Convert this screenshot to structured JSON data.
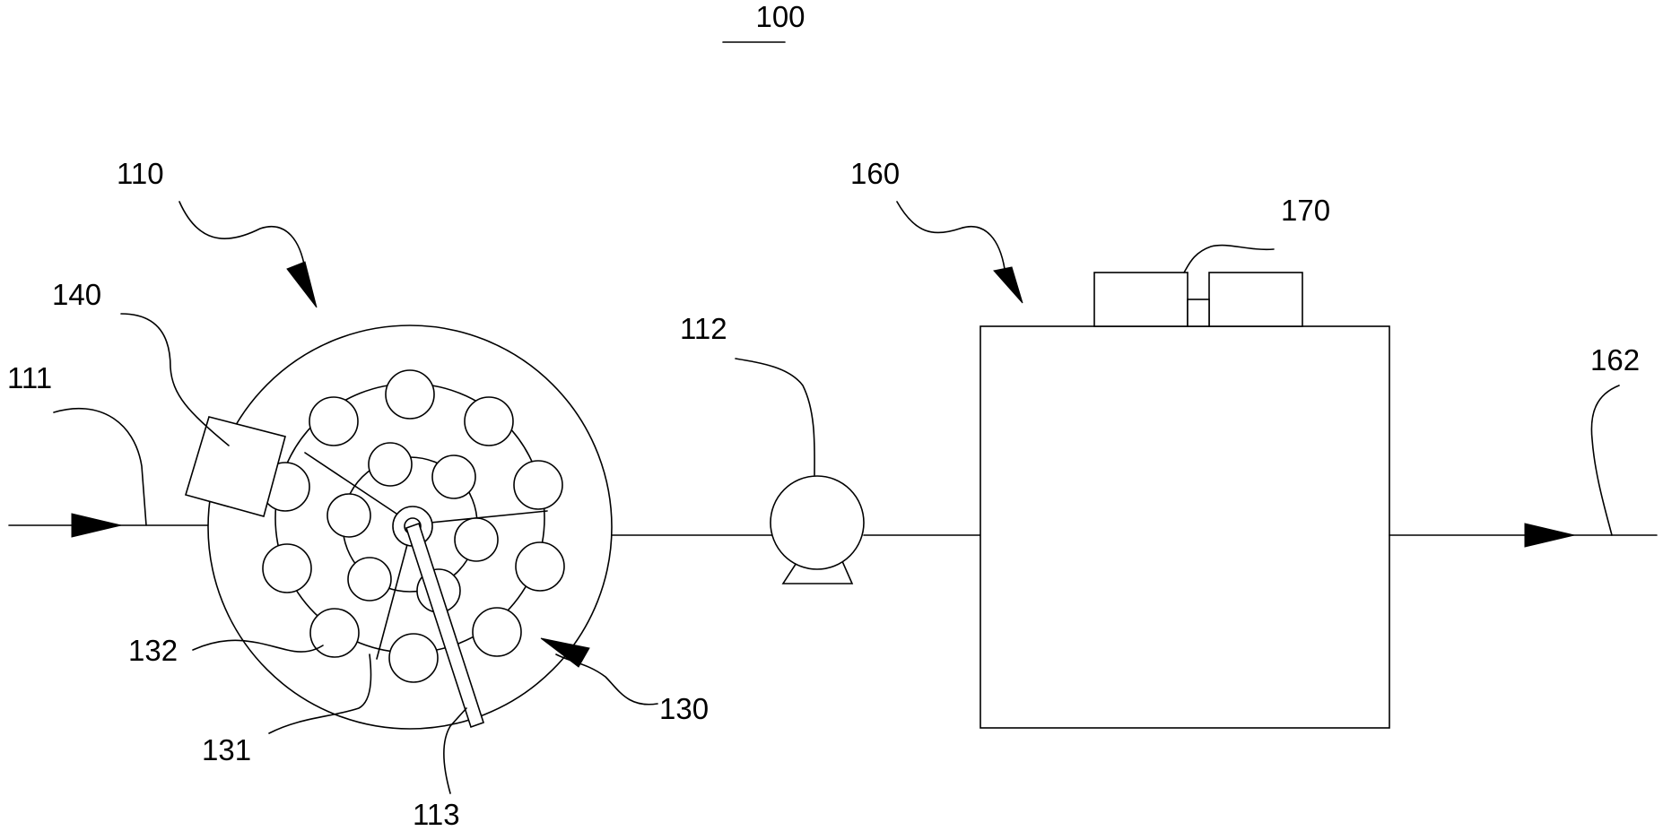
{
  "figure": {
    "title_ref": "100",
    "labels": {
      "reactor": "110",
      "inlet_pipe": "111",
      "pump": "112",
      "rotating_arm": "113",
      "carrier_assembly": "130",
      "spoke": "131",
      "carrier_ball": "132",
      "sensor_box": "140",
      "tank": "160",
      "outlet_pipe": "162",
      "control_unit": "170"
    }
  }
}
